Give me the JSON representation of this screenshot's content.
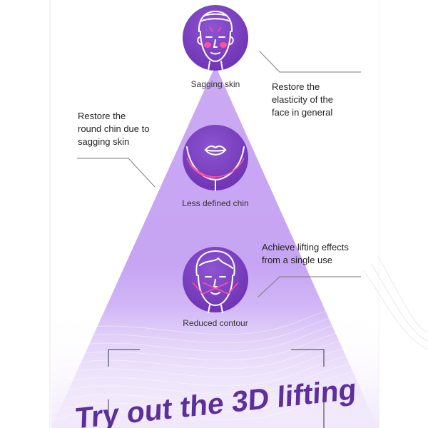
{
  "colors": {
    "accent": "#7a3fbe",
    "icon_line": "#ffffff",
    "highlight": "#ff4fa0",
    "beam": "#c9a6f2",
    "text": "#222222",
    "leader": "#7b7b7b"
  },
  "items": [
    {
      "icon": "face-with-towel-icon",
      "label": "Sagging skin",
      "description": [
        "Restore the",
        "elasticity of the",
        "face in general"
      ]
    },
    {
      "icon": "chin-lips-icon",
      "label": "Less defined chin",
      "description": [
        "Restore the",
        "round chin due to",
        "sagging skin"
      ]
    },
    {
      "icon": "face-contour-icon",
      "label": "Reduced contour",
      "description": [
        "Achieve lifting effects",
        "from a single use"
      ]
    }
  ],
  "headline": "Try out the 3D lifting"
}
